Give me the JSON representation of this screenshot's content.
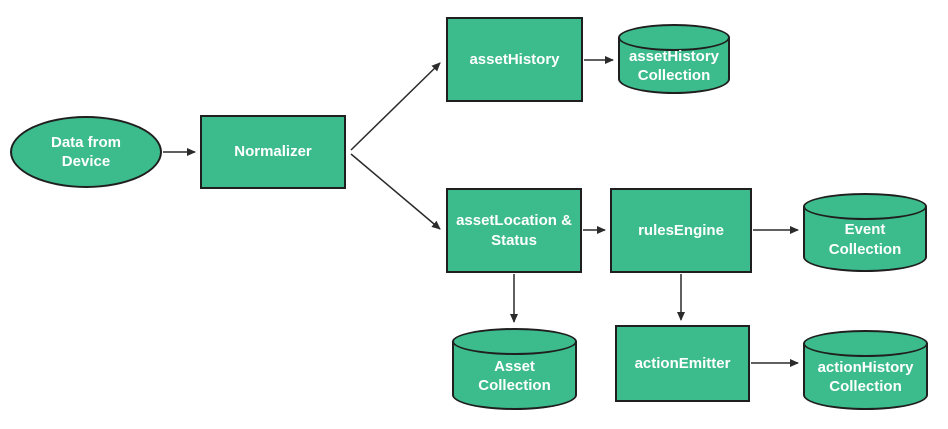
{
  "diagram": {
    "colors": {
      "node_fill": "#3cbc8c",
      "node_border": "#1f1f1f",
      "text_color": "#ffffff",
      "edge_color": "#2b2b2b",
      "background": "#ffffff"
    },
    "nodes": [
      {
        "id": "data-from-device",
        "type": "ellipse",
        "label": "Data from\nDevice"
      },
      {
        "id": "normalizer",
        "type": "process",
        "label": "Normalizer"
      },
      {
        "id": "asset-history",
        "type": "process",
        "label": "assetHistory"
      },
      {
        "id": "asset-history-collection",
        "type": "database",
        "label": "assetHistory\nCollection"
      },
      {
        "id": "asset-location-status",
        "type": "process",
        "label": "assetLocation &\nStatus"
      },
      {
        "id": "rules-engine",
        "type": "process",
        "label": "rulesEngine"
      },
      {
        "id": "event-collection",
        "type": "database",
        "label": "Event\nCollection"
      },
      {
        "id": "asset-collection",
        "type": "database",
        "label": "Asset\nCollection"
      },
      {
        "id": "action-emitter",
        "type": "process",
        "label": "actionEmitter"
      },
      {
        "id": "action-history-collection",
        "type": "database",
        "label": "actionHistory\nCollection"
      }
    ],
    "edges": [
      {
        "from": "data-from-device",
        "to": "normalizer"
      },
      {
        "from": "normalizer",
        "to": "asset-history"
      },
      {
        "from": "normalizer",
        "to": "asset-location-status"
      },
      {
        "from": "asset-history",
        "to": "asset-history-collection"
      },
      {
        "from": "asset-location-status",
        "to": "rules-engine"
      },
      {
        "from": "rules-engine",
        "to": "event-collection"
      },
      {
        "from": "asset-location-status",
        "to": "asset-collection"
      },
      {
        "from": "rules-engine",
        "to": "action-emitter"
      },
      {
        "from": "action-emitter",
        "to": "action-history-collection"
      }
    ]
  }
}
